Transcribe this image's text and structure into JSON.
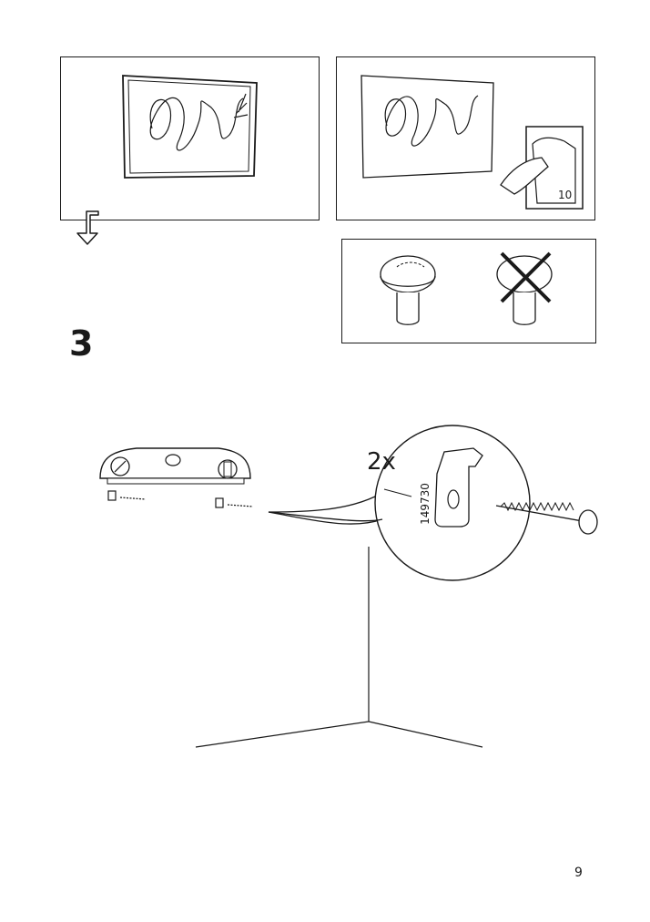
{
  "step": {
    "number": "3"
  },
  "detail": {
    "quantity": "2x",
    "part_number": "149730"
  },
  "sheet_panel": {
    "page_ref": "10"
  },
  "footer": {
    "page_number": "9"
  },
  "icons": {
    "turn": "turn-page-arrow-icon",
    "correct": "knob-correct-icon",
    "wrong": "knob-wrong-cross-icon"
  }
}
